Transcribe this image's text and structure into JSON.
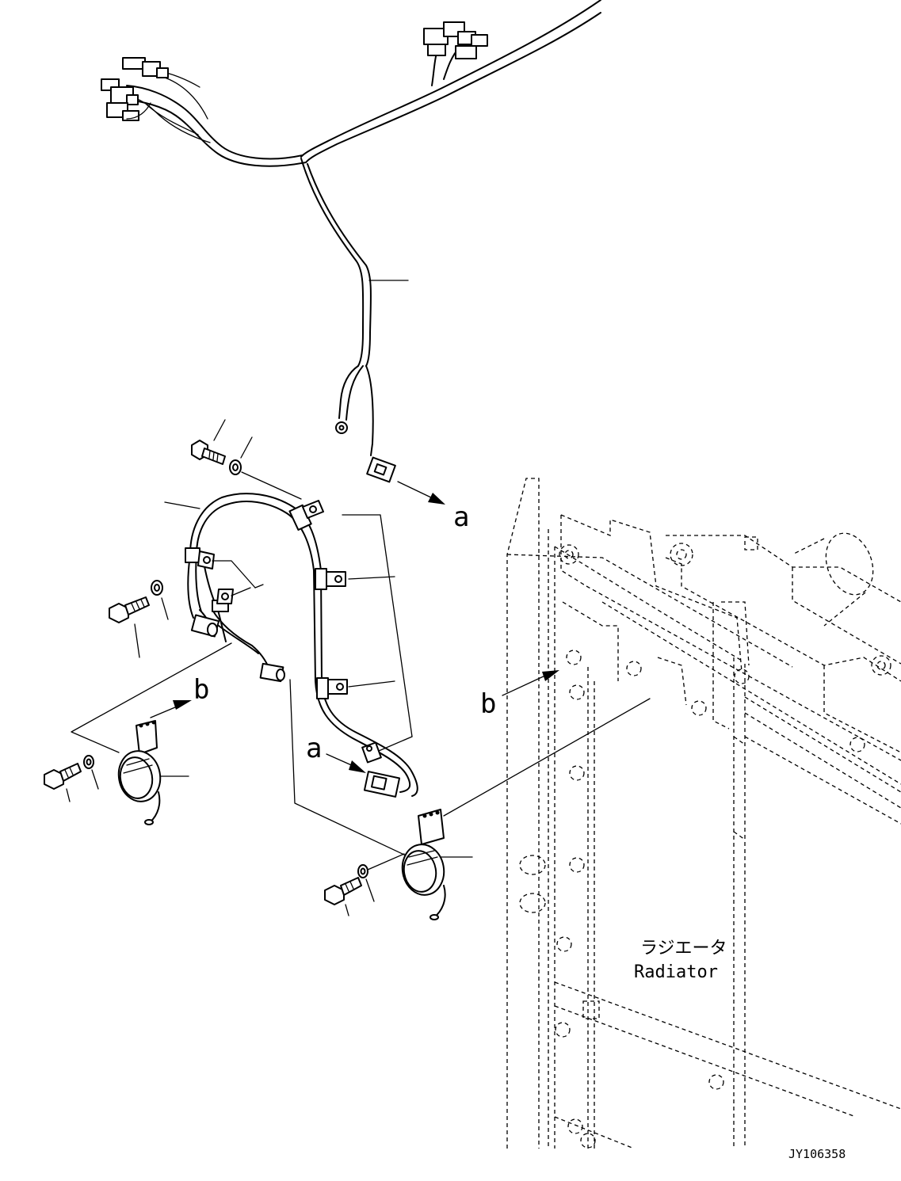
{
  "callouts": {
    "a_top": "a",
    "a_bottom": "a",
    "b_left": "b",
    "b_right": "b"
  },
  "radiator": {
    "label_jp": "ラジエータ",
    "label_en": "Radiator"
  },
  "drawing_number": "JY106358"
}
